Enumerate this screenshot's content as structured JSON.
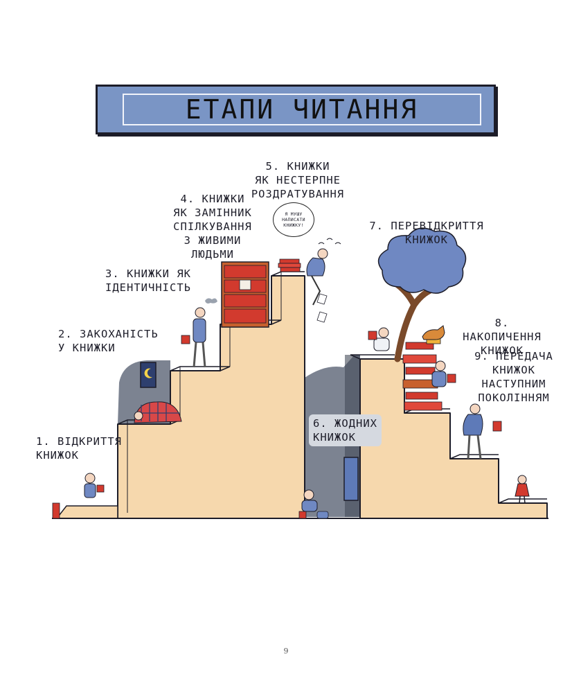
{
  "title": "ЕТАПИ ЧИТАННЯ",
  "stages": [
    {
      "id": 1,
      "text": "1. ВІДКРИТТЯ\nКНИЖОК"
    },
    {
      "id": 2,
      "text": "2. ЗАКОХАНІСТЬ\nУ КНИЖКИ"
    },
    {
      "id": 3,
      "text": "3. КНИЖКИ ЯК\nІДЕНТИЧНІСТЬ"
    },
    {
      "id": 4,
      "text": "4. КНИЖКИ\nЯК ЗАМІННИК\nСПІЛКУВАННЯ\nЗ ЖИВИМИ\nЛЮДЬМИ"
    },
    {
      "id": 5,
      "text": "5. КНИЖКИ\nЯК НЕСТЕРПНЕ\nРОЗДРАТУВАННЯ"
    },
    {
      "id": 6,
      "text": "6. ЖОДНИХ\nКНИЖОК"
    },
    {
      "id": 7,
      "text": "7. ПЕРЕВІДКРИТТЯ\nКНИЖОК"
    },
    {
      "id": 8,
      "text": "8. НАКОПИЧЕННЯ\nКНИЖОК"
    },
    {
      "id": 9,
      "text": "9. ПЕРЕДАЧА\nКНИЖОК\nНАСТУПНИМ\nПОКОЛІННЯМ"
    }
  ],
  "speech_bubble": "Я МУШУ\nНАПИСАТИ\nКНИЖКУ!",
  "page_number": "9",
  "colors": {
    "banner": "#7a95c5",
    "stairs": "#f6d8ad",
    "outline": "#1c1c28",
    "shadow_wall": "#7c8391",
    "books_red": "#d23a2e",
    "tree_blue": "#6f88c2",
    "trunk": "#7a4a2a"
  }
}
